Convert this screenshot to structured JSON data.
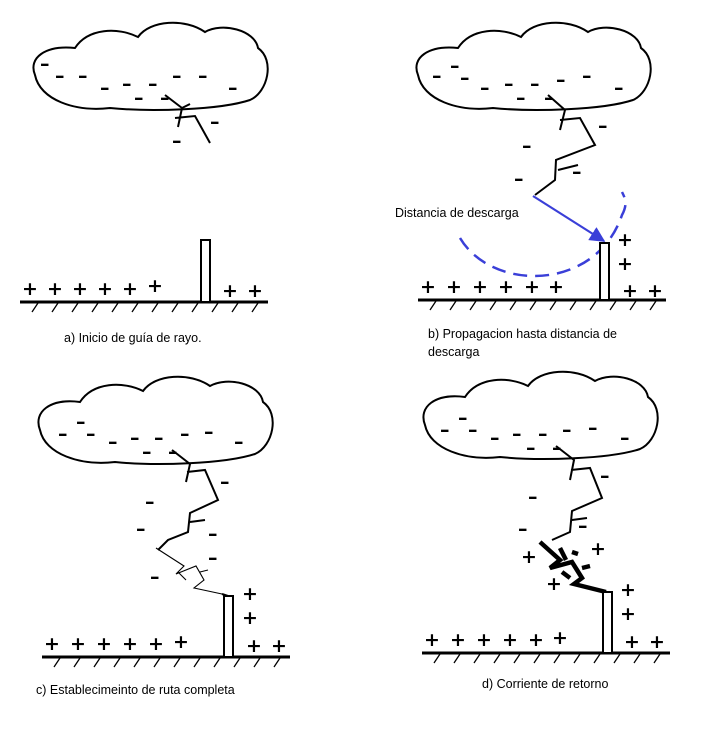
{
  "symbols": {
    "negative": "–",
    "positive": "+"
  },
  "colors": {
    "ink": "#000000",
    "striking_distance": "#3a3fd8"
  },
  "panels": [
    {
      "id": "a",
      "caption": "a) Inicio de guía de rayo."
    },
    {
      "id": "b",
      "caption_lines": [
        "b) Propagacion hasta distancia de",
        "descarga"
      ],
      "distance_label": "Distancia de descarga"
    },
    {
      "id": "c",
      "caption": "c) Establecimeinto de ruta completa"
    },
    {
      "id": "d",
      "caption": "d) Corriente de retorno"
    }
  ]
}
